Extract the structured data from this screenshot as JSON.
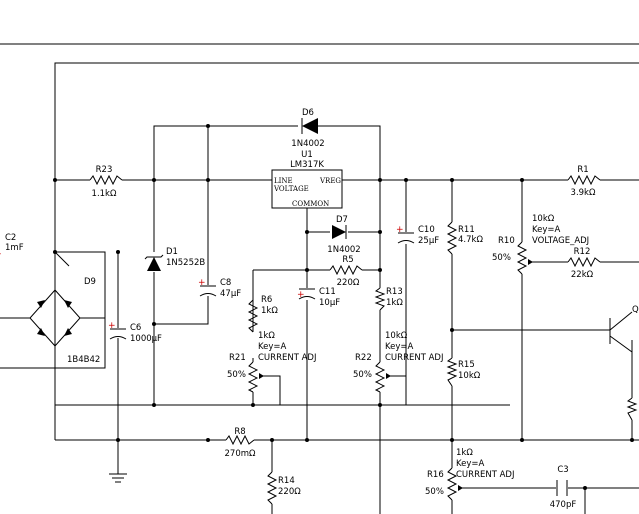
{
  "components": {
    "d6": {
      "ref": "D6",
      "part": "1N4002"
    },
    "u1": {
      "ref": "U1",
      "part": "LM317K",
      "pin_line": "LINE",
      "pin_voltage": "VOLTAGE",
      "pin_vreg": "VREG",
      "pin_common": "COMMON"
    },
    "d7": {
      "ref": "D7",
      "part": "1N4002"
    },
    "r23": {
      "ref": "R23",
      "value": "1.1kΩ"
    },
    "r1": {
      "ref": "R1",
      "value": "3.9kΩ"
    },
    "c2": {
      "ref": "C2",
      "value": "1mF"
    },
    "d1": {
      "ref": "D1",
      "part": "1N5252B"
    },
    "d9": {
      "ref": "D9",
      "part": "1B4B42"
    },
    "c8": {
      "ref": "C8",
      "value": "47µF"
    },
    "c6": {
      "ref": "C6",
      "value": "1000µF"
    },
    "c10": {
      "ref": "C10",
      "value": "25µF"
    },
    "r11": {
      "ref": "R11",
      "value": "4.7kΩ"
    },
    "r10": {
      "ref": "R10",
      "percent": "50%",
      "value": "10kΩ",
      "key": "Key=A",
      "label": "VOLTAGE_ADJ"
    },
    "r12": {
      "ref": "R12",
      "value": "22kΩ"
    },
    "r5": {
      "ref": "R5",
      "value": "220Ω"
    },
    "r6": {
      "ref": "R6",
      "value": "1kΩ"
    },
    "c11": {
      "ref": "C11",
      "value": "10µF"
    },
    "r13": {
      "ref": "R13",
      "value": "1kΩ"
    },
    "r21": {
      "ref": "R21",
      "percent": "50%",
      "value": "1kΩ",
      "key": "Key=A",
      "label": "CURRENT ADJ"
    },
    "r22": {
      "ref": "R22",
      "percent": "50%",
      "value": "10kΩ",
      "key": "Key=A",
      "label": "CURRENT ADJ"
    },
    "r15": {
      "ref": "R15",
      "value": "10kΩ"
    },
    "r8": {
      "ref": "R8",
      "value": "270mΩ"
    },
    "r14": {
      "ref": "R14",
      "value": "220Ω"
    },
    "r16": {
      "ref": "R16",
      "percent": "50%",
      "value": "1kΩ",
      "key": "Key=A",
      "label": "CURRENT ADJ"
    },
    "c3": {
      "ref": "C3",
      "value": "470pF"
    },
    "q_partial": {
      "ref": "Q"
    }
  },
  "colors": {
    "wire": "#000000",
    "polarity_mark": "#cc0000",
    "background": "#ffffff"
  }
}
